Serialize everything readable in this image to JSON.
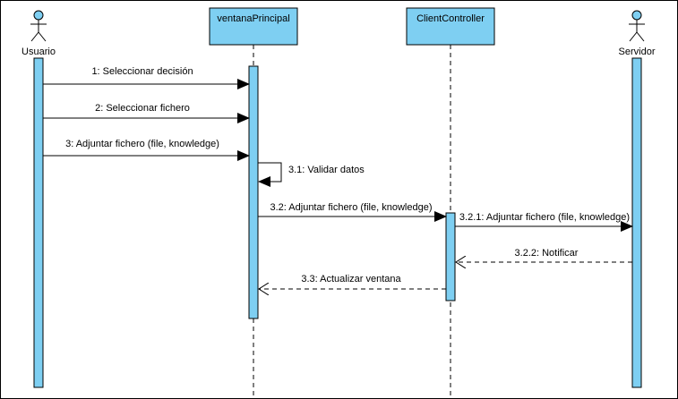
{
  "colors": {
    "participant_fill": "#7ecff2",
    "activation_fill": "#7ecff2",
    "line": "#000000",
    "background": "#ffffff"
  },
  "actors": [
    {
      "id": "usuario",
      "name": "Usuario",
      "icon": "stick-figure-icon"
    },
    {
      "id": "servidor",
      "name": "Servidor",
      "icon": "stick-figure-icon"
    }
  ],
  "objects": [
    {
      "id": "ventana",
      "name": "ventanaPrincipal"
    },
    {
      "id": "controller",
      "name": "ClientController"
    }
  ],
  "messages": [
    {
      "id": "m1",
      "label": "1: Seleccionar decisión",
      "from": "Usuario",
      "to": "ventanaPrincipal",
      "kind": "sync"
    },
    {
      "id": "m2",
      "label": "2: Seleccionar fichero",
      "from": "Usuario",
      "to": "ventanaPrincipal",
      "kind": "sync"
    },
    {
      "id": "m3",
      "label": "3: Adjuntar fichero (file, knowledge)",
      "from": "Usuario",
      "to": "ventanaPrincipal",
      "kind": "sync"
    },
    {
      "id": "m31",
      "label": "3.1: Validar datos",
      "from": "ventanaPrincipal",
      "to": "ventanaPrincipal",
      "kind": "self"
    },
    {
      "id": "m32",
      "label": "3.2: Adjuntar fichero (file, knowledge)",
      "from": "ventanaPrincipal",
      "to": "ClientController",
      "kind": "sync"
    },
    {
      "id": "m321",
      "label": "3.2.1: Adjuntar fichero (file, knowledge)",
      "from": "ClientController",
      "to": "Servidor",
      "kind": "sync"
    },
    {
      "id": "m322",
      "label": "3.2.2: Notificar",
      "from": "Servidor",
      "to": "ClientController",
      "kind": "return"
    },
    {
      "id": "m33",
      "label": "3.3: Actualizar ventana",
      "from": "ClientController",
      "to": "ventanaPrincipal",
      "kind": "return"
    }
  ]
}
